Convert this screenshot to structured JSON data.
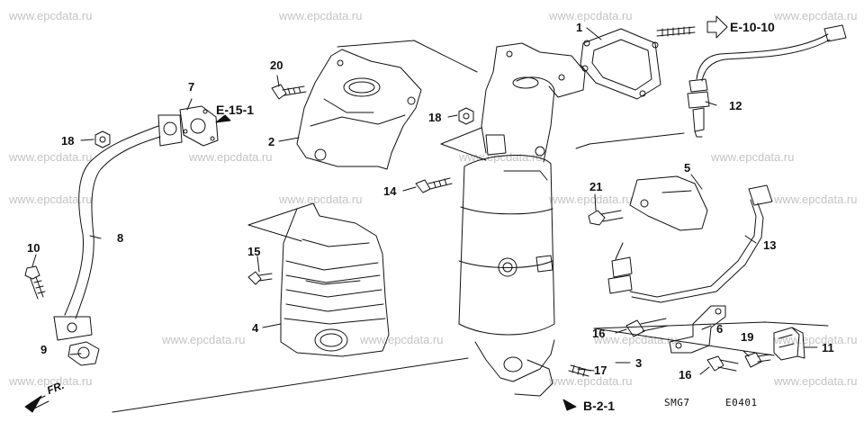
{
  "watermark": "www.epcdata.ru",
  "callouts": [
    "1",
    "2",
    "3",
    "4",
    "5",
    "6",
    "7",
    "8",
    "9",
    "10",
    "11",
    "12",
    "13",
    "14",
    "15",
    "16",
    "16",
    "17",
    "18",
    "18",
    "19",
    "20",
    "21"
  ],
  "refs": {
    "e_10_10": "E-10-10",
    "e_15_1": "E-15-1",
    "b_2_1": "B-2-1"
  },
  "front_label": "FR.",
  "diagram_code": {
    "part1": "SMG7",
    "part2": "E0401"
  }
}
